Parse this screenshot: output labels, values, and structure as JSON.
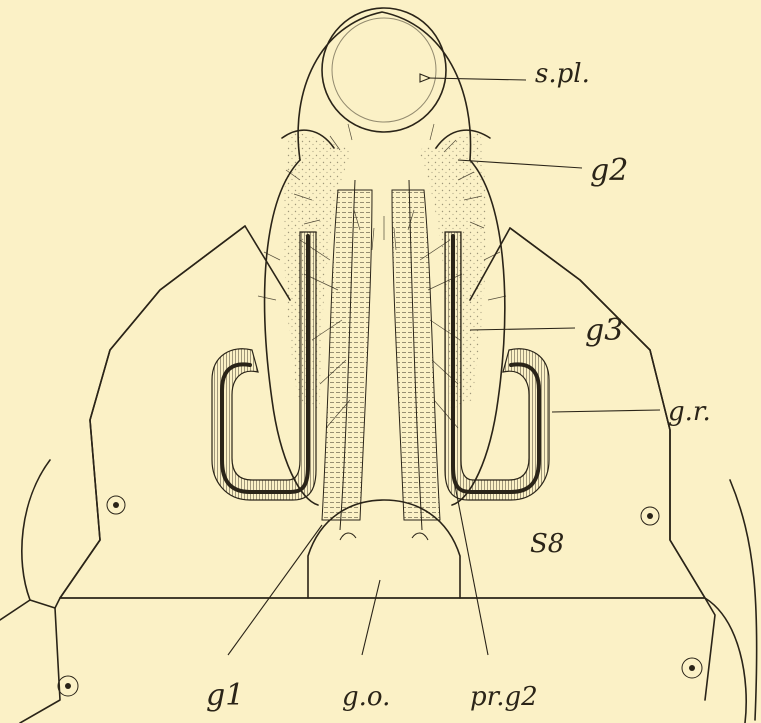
{
  "labels": {
    "spl": "s.pl.",
    "g2": "g2",
    "g3": "g3",
    "gr": "g.r.",
    "s8": "S8",
    "g1": "g1",
    "go": "g.o.",
    "prg2": "pr.g2"
  },
  "colors": {
    "background": "#fbf1c6",
    "ink": "#2a2418",
    "groove_fill": "#c9c4ae"
  }
}
